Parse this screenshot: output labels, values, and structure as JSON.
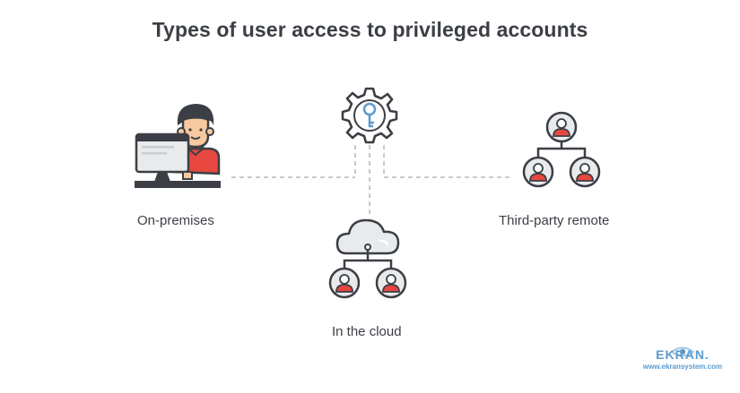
{
  "title": "Types of user access to privileged accounts",
  "nodes": {
    "on_premises": "On-premises",
    "third_party": "Third-party remote",
    "cloud": "In the cloud"
  },
  "logo": {
    "name": "EKRAN.",
    "url": "www.ekransystem.com"
  },
  "colors": {
    "text": "#3b3f45",
    "accent_red": "#e8473f",
    "accent_blue": "#5b9bd0",
    "skin": "#f7c9a0",
    "line": "#c9c9c9"
  }
}
